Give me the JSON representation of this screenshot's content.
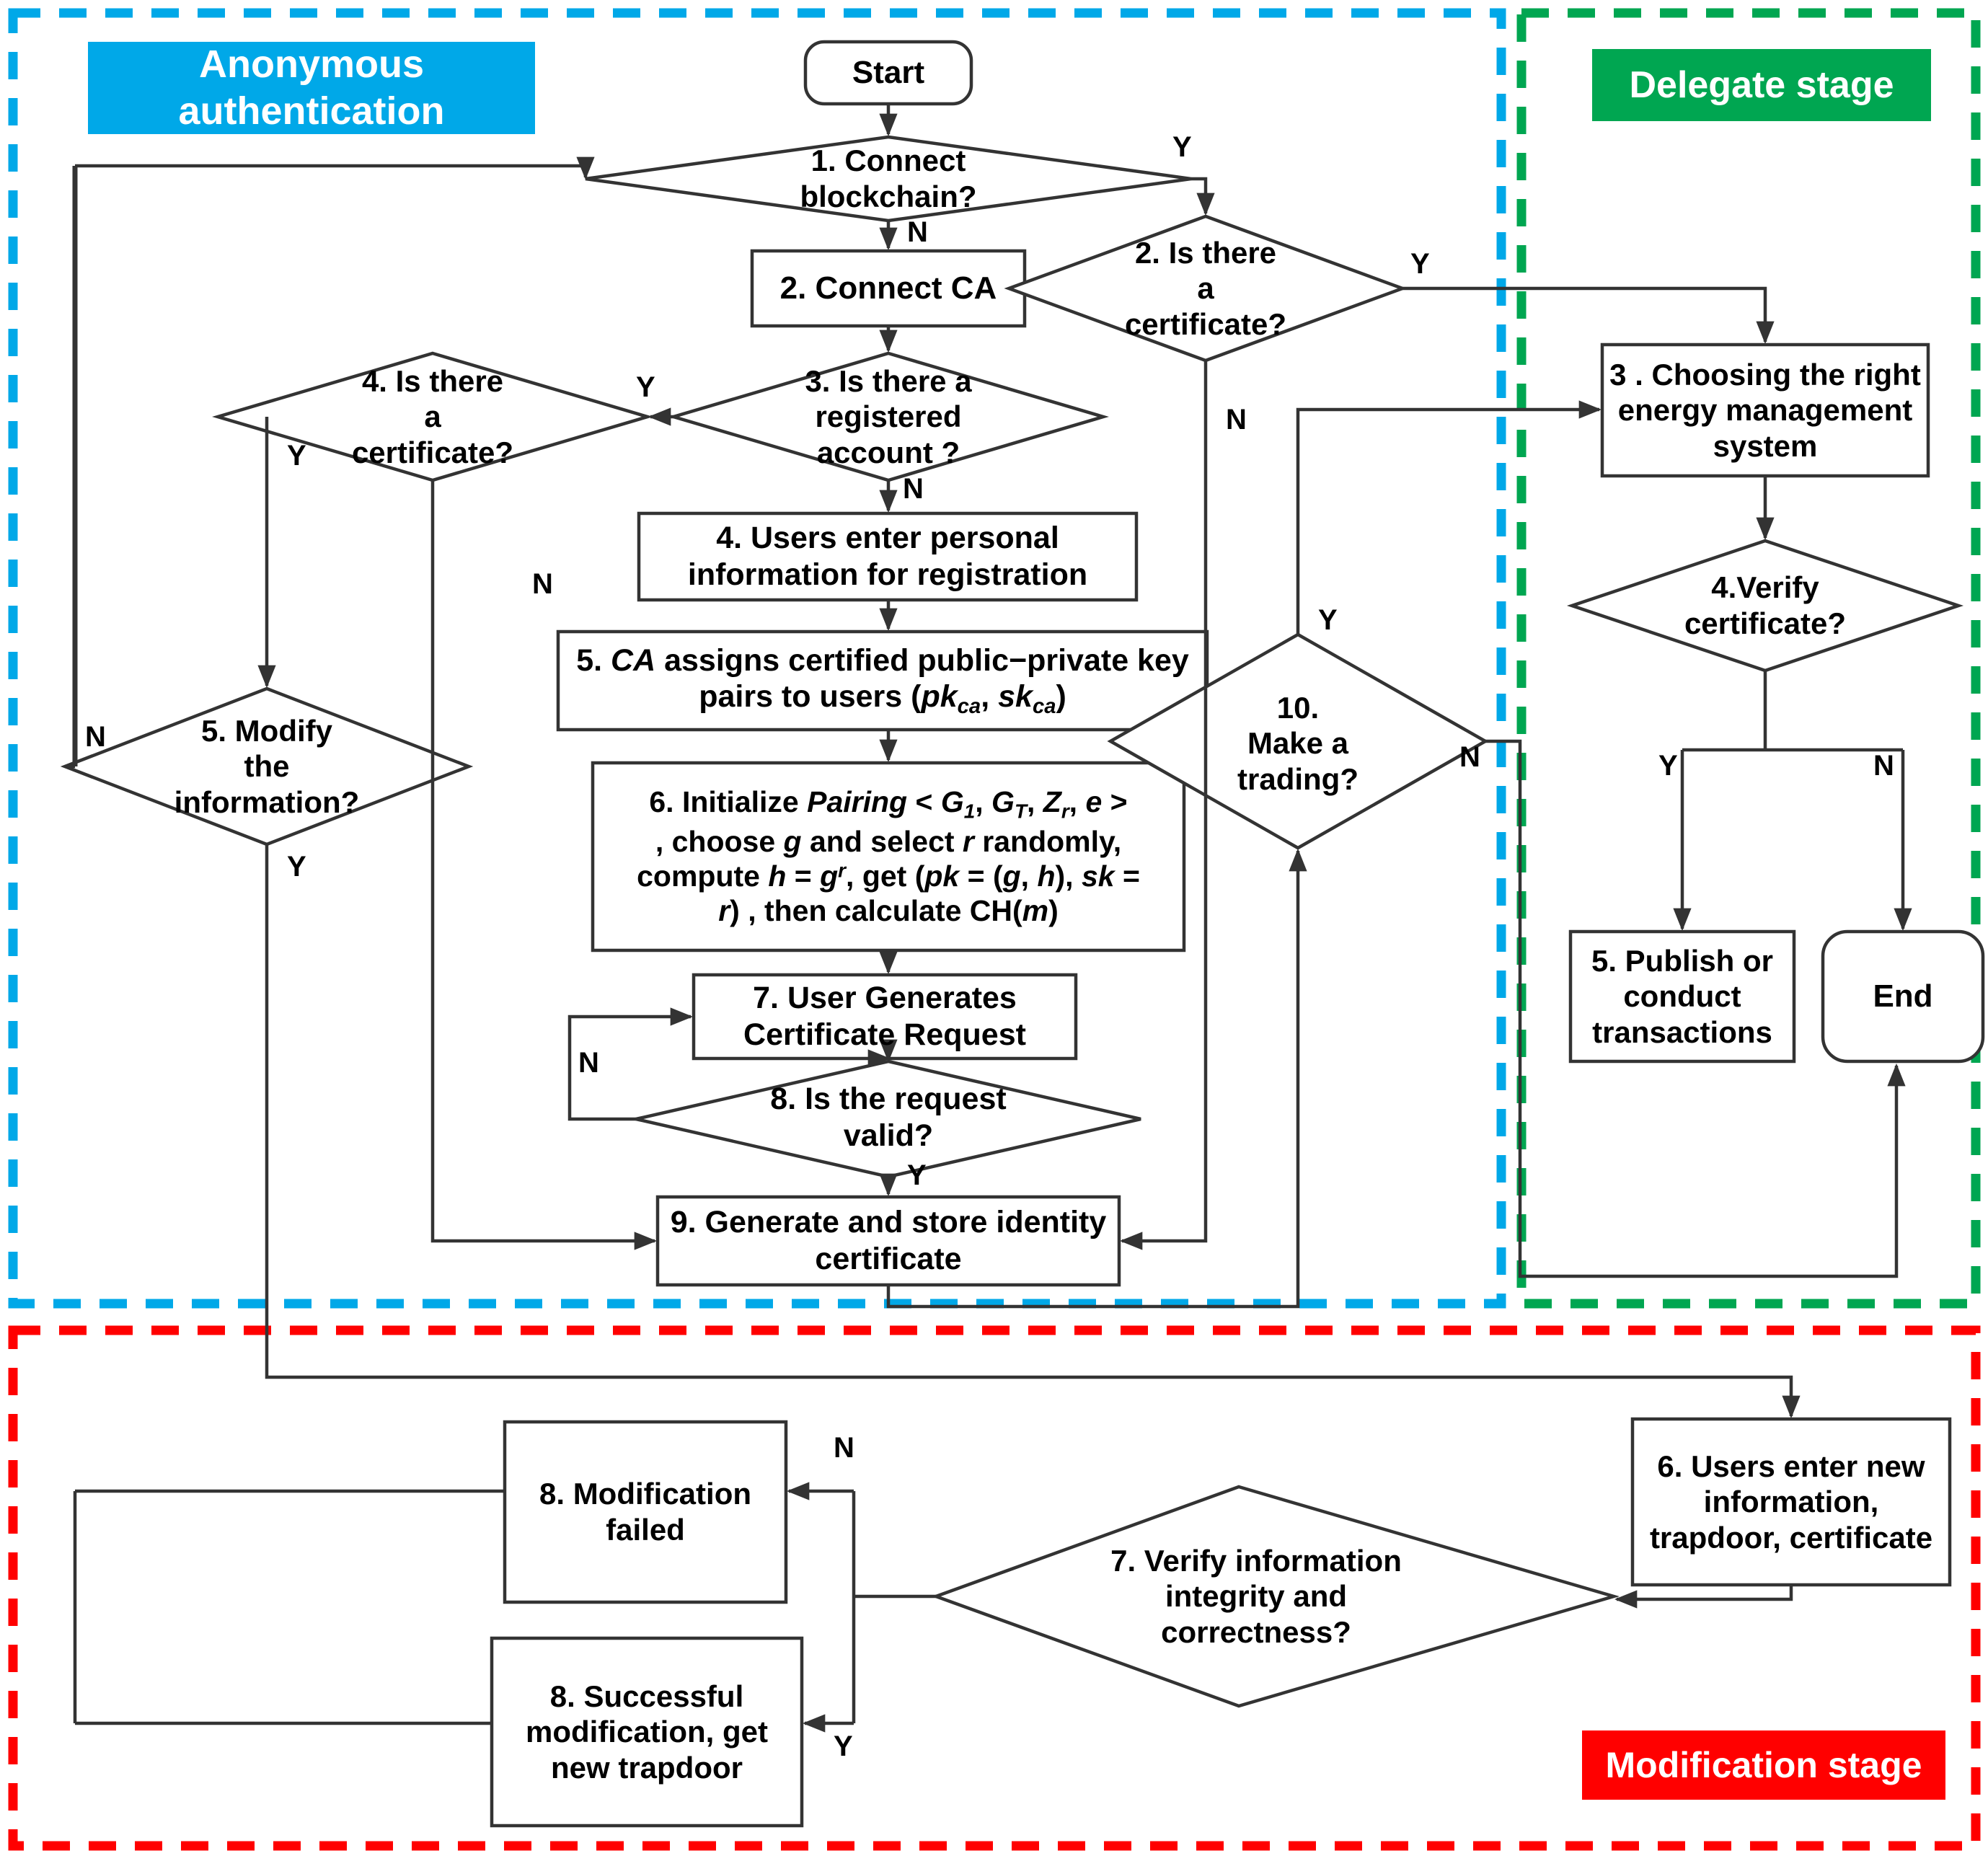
{
  "figure": {
    "type": "flowchart",
    "title": "Blockchain anonymous authentication, delegate and modification stage flowchart"
  },
  "stages": [
    {
      "id": "anonymous",
      "label": "Anonymous\nauthentication",
      "label_line1": "Anonymous",
      "label_line2": "authentication",
      "color": "#00A8E8",
      "border_style": "dashed"
    },
    {
      "id": "delegate",
      "label": "Delegate stage",
      "color": "#00A651",
      "border_style": "dashed"
    },
    {
      "id": "modification",
      "label": "Modification stage",
      "color": "#FF0000",
      "border_style": "dashed"
    }
  ],
  "nodes": {
    "start": {
      "shape": "terminator",
      "label": "Start"
    },
    "d1": {
      "shape": "decision",
      "label": "1. Connect\nblockchain?",
      "l1": "1. Connect",
      "l2": "blockchain?"
    },
    "p2": {
      "shape": "process",
      "label": "2. Connect CA"
    },
    "d2": {
      "shape": "decision",
      "label": "2. Is there\na\ncertificate?",
      "l1": "2. Is there",
      "l2": "a",
      "l3": "certificate?"
    },
    "d3": {
      "shape": "decision",
      "label": "3. Is there a\nregistered\naccount  ?",
      "l1": "3. Is there a",
      "l2": "registered",
      "l3": "account  ?"
    },
    "d4": {
      "shape": "decision",
      "label": "4. Is there\na\ncertificate?",
      "l1": "4. Is there",
      "l2": "a",
      "l3": "certificate?"
    },
    "d5": {
      "shape": "decision",
      "label": "5. Modify\nthe\ninformation?",
      "l1": "5. Modify",
      "l2": "the",
      "l3": "information?"
    },
    "p4": {
      "shape": "process",
      "label": "4. Users enter personal\ninformation for registration",
      "l1": "4. Users enter personal",
      "l2": "information for registration"
    },
    "p5": {
      "shape": "process",
      "label": "5. CA assigns certified public−private key pairs to users (pk_ca, sk_ca)",
      "l1_pre": "5. ",
      "l1_it": "CA",
      "l1_post": " assigns certified public−private key",
      "l2_pre": "pairs to users (",
      "l2_it1": "pk",
      "l2_sub1": "ca",
      "l2_mid": ", ",
      "l2_it2": "sk",
      "l2_sub2": "ca",
      "l2_post": ")"
    },
    "p6": {
      "shape": "process",
      "label": "6. Initialize Pairing < G1, GT, Zr, e > , choose g and select r randomly, compute h = g^r, get (pk = (g,h), sk = r) , then calculate CH(m)"
    },
    "p7": {
      "shape": "process",
      "label": "7. User Generates\nCertificate Request",
      "l1": "7. User Generates",
      "l2": "Certificate Request"
    },
    "d8": {
      "shape": "decision",
      "label": "8. Is the request\nvalid?",
      "l1": "8. Is the request",
      "l2": "valid?"
    },
    "p9": {
      "shape": "process",
      "label": "9. Generate and store identity\ncertificate",
      "l1": "9. Generate and store identity",
      "l2": "certificate"
    },
    "d10": {
      "shape": "decision",
      "label": "10.\nMake a\ntrading?",
      "l1": "10.",
      "l2": "Make a",
      "l3": "trading?"
    },
    "dg3": {
      "shape": "process",
      "label": "3 . Choosing the right\nenergy management\nsystem",
      "l1": "3 . Choosing the right",
      "l2": "energy management",
      "l3": "system"
    },
    "dg4": {
      "shape": "decision",
      "label": "4.Verify\ncertificate?",
      "l1": "4.Verify",
      "l2": "certificate?"
    },
    "dg5": {
      "shape": "process",
      "label": "5. Publish or\nconduct\ntransactions",
      "l1": "5. Publish or",
      "l2": "conduct",
      "l3": "transactions"
    },
    "end": {
      "shape": "terminator",
      "label": "End"
    },
    "md6": {
      "shape": "process",
      "label": "6. Users enter new\ninformation,\ntrapdoor, certificate",
      "l1": "6. Users enter new",
      "l2": "information,",
      "l3": "trapdoor, certificate"
    },
    "md7": {
      "shape": "decision",
      "label": "7. Verify information\nintegrity and\ncorrectness?",
      "l1": "7. Verify information",
      "l2": "integrity and",
      "l3": "correctness?"
    },
    "md8fail": {
      "shape": "process",
      "label": "8. Modification\nfailed",
      "l1": "8. Modification",
      "l2": "failed"
    },
    "md8ok": {
      "shape": "process",
      "label": "8. Successful\nmodification, get\nnew trapdoor",
      "l1": "8. Successful",
      "l2": "modification, get",
      "l3": "new trapdoor"
    }
  },
  "formula_p6": {
    "line1_pre": "6. Initialize ",
    "line1_it": "Pairing",
    "line1_rel": " < ",
    "line1_G1": "G",
    "line1_G1sub": "1",
    "line1_c1": ", ",
    "line1_GT": "G",
    "line1_GTsub": "T",
    "line1_c2": ", ",
    "line1_Z": "Z",
    "line1_Zsub": "r",
    "line1_c3": ", ",
    "line1_e": "e",
    "line1_gt": " >",
    "line2_pre": ", choose ",
    "line2_g": "g",
    "line2_mid": " and select  ",
    "line2_r": "r",
    "line2_post": " randomly,",
    "line3_pre": "compute ",
    "line3_h": "h",
    "line3_eq": " = ",
    "line3_g": "g",
    "line3_sup": "r",
    "line3_mid": ", get  (",
    "line3_pk": "pk",
    "line3_eq2": " = (",
    "line3_g2": "g",
    "line3_c": ", ",
    "line3_h2": "h",
    "line3_cl": "), ",
    "line3_sk": "sk",
    "line3_eq3": " =",
    "line4_r": "r",
    "line4_post": ")  , then calculate CH(",
    "line4_m": "m",
    "line4_end": ")"
  },
  "edge_labels": [
    {
      "id": "d1-yes",
      "text": "Y"
    },
    {
      "id": "d1-no",
      "text": "N"
    },
    {
      "id": "d2-yes",
      "text": "Y"
    },
    {
      "id": "d2-no",
      "text": "N"
    },
    {
      "id": "d3-yes",
      "text": "Y"
    },
    {
      "id": "d3-no",
      "text": "N"
    },
    {
      "id": "d4-yes",
      "text": "Y"
    },
    {
      "id": "d4-no",
      "text": "N"
    },
    {
      "id": "d5-no",
      "text": "N"
    },
    {
      "id": "d5-yes",
      "text": "Y"
    },
    {
      "id": "d8-no",
      "text": "N"
    },
    {
      "id": "d8-yes",
      "text": "Y"
    },
    {
      "id": "d10-yes",
      "text": "Y"
    },
    {
      "id": "d10-no",
      "text": "N"
    },
    {
      "id": "dg4-yes",
      "text": "Y"
    },
    {
      "id": "dg4-no",
      "text": "N"
    },
    {
      "id": "md7-no",
      "text": "N"
    },
    {
      "id": "md7-yes",
      "text": "Y"
    }
  ],
  "colors": {
    "anonymous": "#00A8E8",
    "delegate": "#00A651",
    "modification": "#FF0000",
    "stroke": "#333333",
    "text": "#000000",
    "background": "#FFFFFF"
  }
}
